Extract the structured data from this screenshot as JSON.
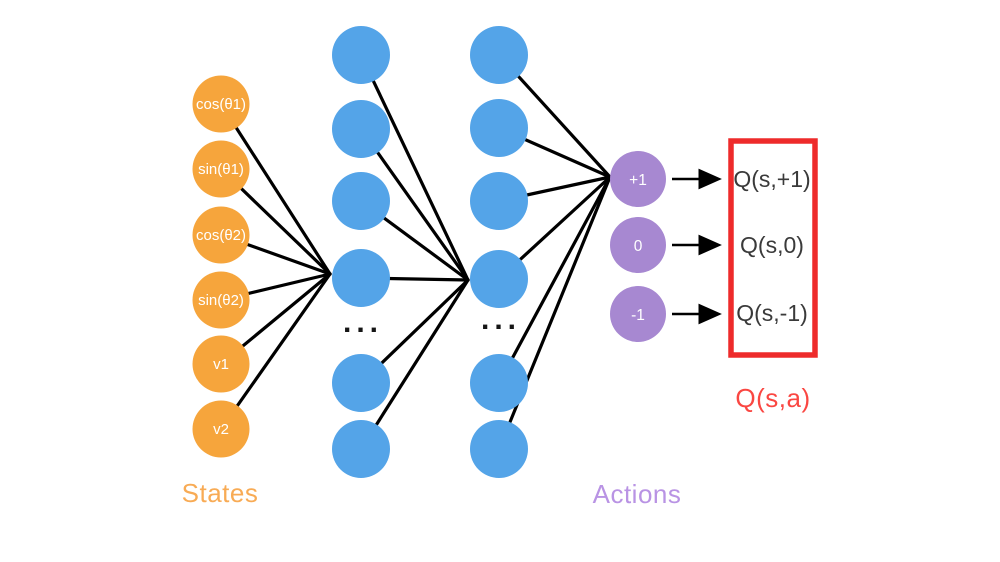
{
  "network": {
    "input_layer": {
      "caption": "States",
      "node_color": "#F6A53C",
      "caption_color": "#F8AB55",
      "nodes": [
        "cos(θ1)",
        "sin(θ1)",
        "cos(θ2)",
        "sin(θ2)",
        "v1",
        "v2"
      ]
    },
    "hidden_layers": {
      "node_color": "#54A4E8",
      "ellipsis": "..."
    },
    "action_layer": {
      "caption": "Actions",
      "node_color": "#A788D1",
      "caption_color": "#B993E4",
      "nodes": [
        "+1",
        "0",
        "-1"
      ]
    },
    "output": {
      "box_color": "#EE2B2B",
      "value_color": "#3A3A3A",
      "values": [
        "Q(s,+1)",
        "Q(s,0)",
        "Q(s,-1)"
      ],
      "caption": "Q(s,a)",
      "caption_color": "#FA4742"
    },
    "edge_color": "#000000"
  }
}
